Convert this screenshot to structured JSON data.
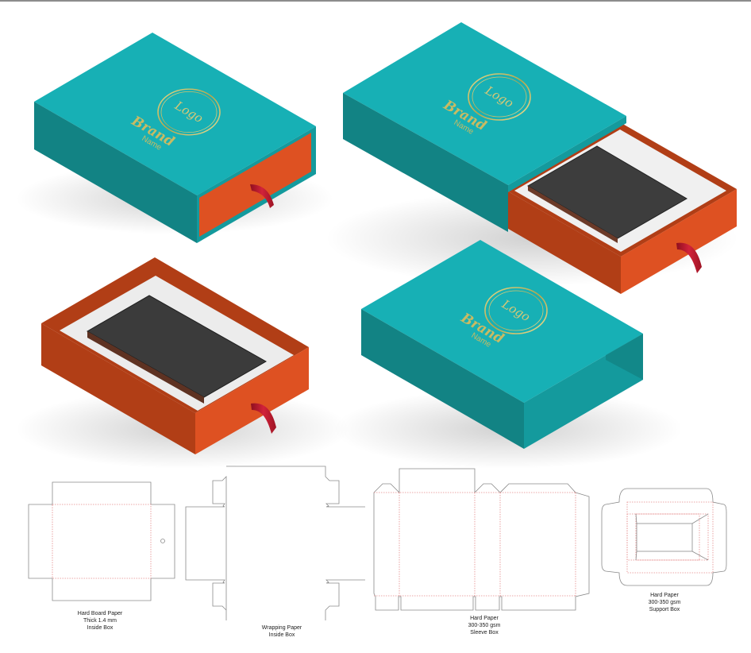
{
  "colors": {
    "teal_top": "#17b0b5",
    "teal_side_dark": "#128384",
    "teal_side_mid": "#149a9d",
    "orange_front": "#de5122",
    "orange_side": "#b13e16",
    "ribbon": "#c21a2c",
    "device": "#3b3b3b",
    "insert": "#ececec",
    "gold": "#c9bb63",
    "cut_line": "#8a8a8a",
    "fold_line": "#e58a8a"
  },
  "mockups": [
    {
      "name": "closed-box",
      "logo_text": "Logo",
      "brand_text": "Brand",
      "name_text": "Name"
    },
    {
      "name": "half-open-box",
      "logo_text": "Logo",
      "brand_text": "Brand",
      "name_text": "Name"
    },
    {
      "name": "inside-drawer-box"
    },
    {
      "name": "empty-sleeve",
      "logo_text": "Logo",
      "brand_text": "Brand",
      "name_text": "Name"
    }
  ],
  "dielines": [
    {
      "name": "inside-box-board",
      "lines": [
        "Hard Board Paper",
        "Thick 1.4 mm",
        "Inside Box"
      ]
    },
    {
      "name": "inside-box-wrap",
      "lines": [
        "Wrapping Paper",
        "Inside Box"
      ]
    },
    {
      "name": "sleeve-box",
      "lines": [
        "Hard Paper",
        "300-350 gsm",
        "Sleeve Box"
      ]
    },
    {
      "name": "support-box",
      "lines": [
        "Hard Paper",
        "300-350 gsm",
        "Support Box"
      ]
    }
  ]
}
